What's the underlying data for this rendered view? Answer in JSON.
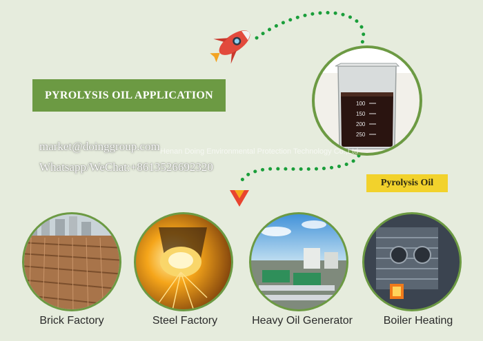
{
  "title": "PYROLYSIS OIL APPLICATION",
  "contact": {
    "email": "market@doinggroup.com",
    "whatsapp": "Whatsapp/WeChat:+8613526692320"
  },
  "watermark": "Henan Doing Environmental Protection Technology Co.,Ltd",
  "product_label": "Pyrolysis Oil",
  "applications": [
    {
      "label": "Brick Factory"
    },
    {
      "label": "Steel Factory"
    },
    {
      "label": "Heavy Oil Generator"
    },
    {
      "label": "Boiler Heating"
    }
  ],
  "beaker_marks": [
    "250",
    "200",
    "150",
    "100"
  ],
  "colors": {
    "background": "#e6ecdd",
    "accent_green": "#6c9a43",
    "label_yellow": "#f2d22c",
    "dots_green": "#1a9e3a"
  },
  "icons": [
    "rocket-icon",
    "arrow-down-icon"
  ]
}
